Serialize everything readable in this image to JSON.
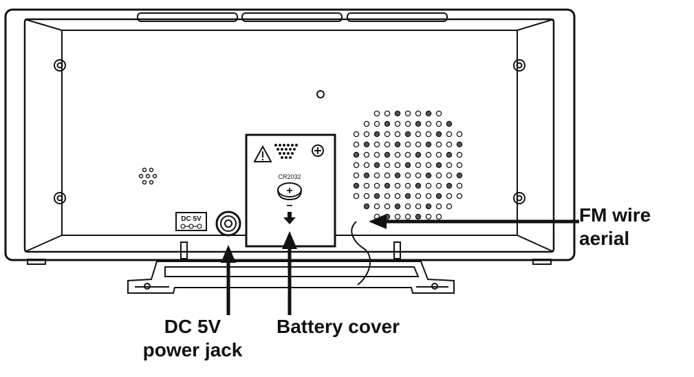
{
  "panel_labels": {
    "dc_label": "DC 5V",
    "battery_model": "CR2032",
    "plus_sign": "+",
    "minus_sign": "−"
  },
  "callouts": {
    "fm_line1": "FM wire",
    "fm_line2": "aerial",
    "dc_line1": "DC 5V",
    "dc_line2": "power jack",
    "battery": "Battery cover"
  },
  "icons": {
    "warning": "warning-triangle-icon",
    "screw": "screw-icon",
    "arrow": "arrow-down-icon"
  },
  "colors": {
    "line": "#111111",
    "background": "#ffffff",
    "grille_dark": "#555555"
  }
}
